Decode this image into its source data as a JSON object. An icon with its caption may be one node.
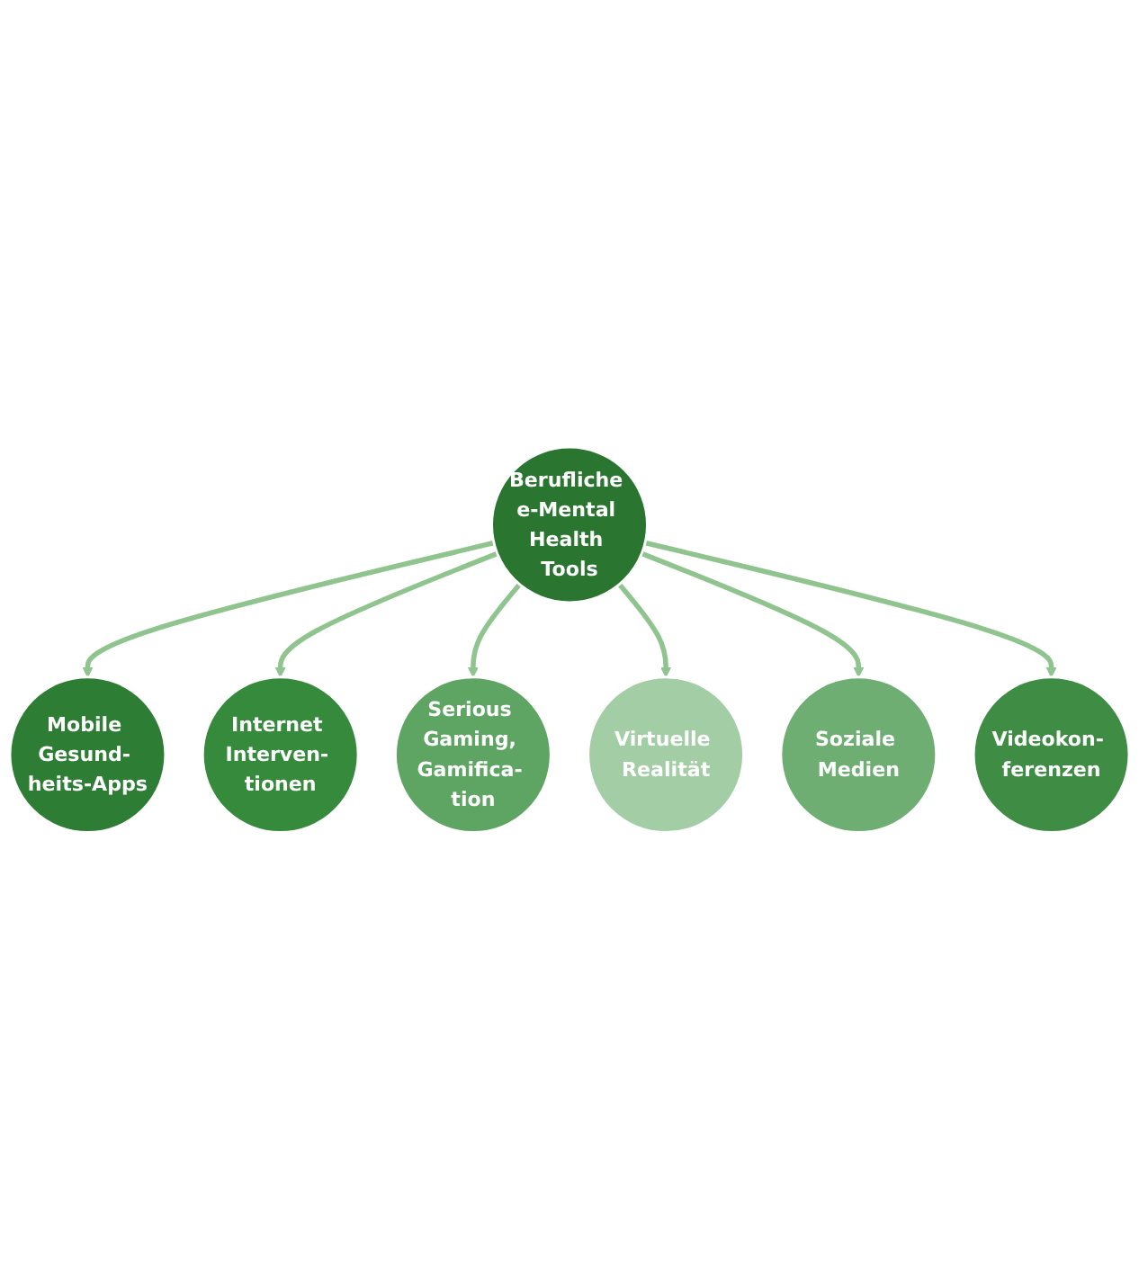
{
  "diagram": {
    "nodes": [
      {
        "text": [
          "Mobile Gesund- heits-Apps"
        ]
      },
      {
        "text": [
          "Videokon- ferenzen"
        ]
      },
      {
        "text": [
          "Internet Interven- tionen"
        ]
      },
      {
        "text": [
          "Berufliche e-Mental Health Tools"
        ]
      },
      {
        "text": [
          "Soziale Medien"
        ]
      },
      {
        "text": [
          "Serious Gaming, Gamifica- tion"
        ]
      },
      {
        "text": [
          "Virtuelle Realität"
        ]
      }
    ],
    "edges": [
      {
        "from": 3,
        "to": 0,
        "arrow": "to"
      },
      {
        "from": 3,
        "to": 2,
        "arrow": "to"
      },
      {
        "from": 3,
        "to": 5,
        "arrow": "to"
      },
      {
        "from": 3,
        "to": 6,
        "arrow": "to"
      },
      {
        "from": 3,
        "to": 4,
        "arrow": "to"
      },
      {
        "from": 3,
        "to": 1,
        "arrow": "to"
      }
    ]
  }
}
